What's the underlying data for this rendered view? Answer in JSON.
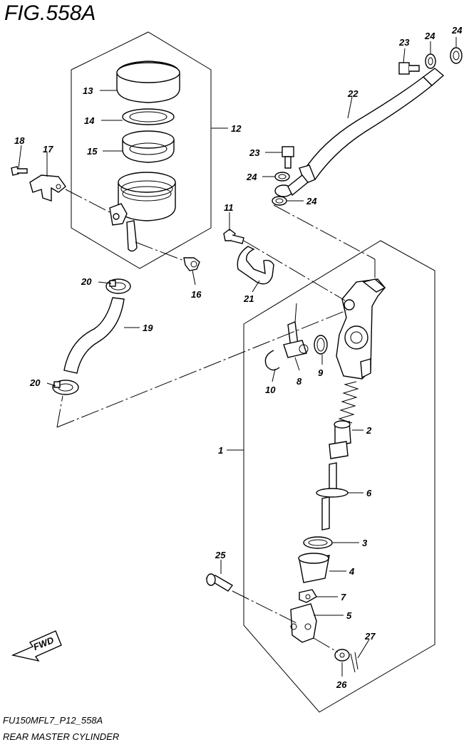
{
  "figure": {
    "title": "FIG.558A",
    "code": "FU150MFL7_P12_558A",
    "name": "REAR MASTER CYLINDER",
    "fwd_label": "FWD"
  },
  "callouts": {
    "c1": "1",
    "c2": "2",
    "c3": "3",
    "c4": "4",
    "c5": "5",
    "c6": "6",
    "c7": "7",
    "c8": "8",
    "c9": "9",
    "c10": "10",
    "c11": "11",
    "c12": "12",
    "c13": "13",
    "c14": "14",
    "c15": "15",
    "c16": "16",
    "c17": "17",
    "c18": "18",
    "c19": "19",
    "c20a": "20",
    "c20b": "20",
    "c21": "21",
    "c22": "22",
    "c23a": "23",
    "c23b": "23",
    "c24a": "24",
    "c24b": "24",
    "c24c": "24",
    "c24d": "24",
    "c25": "25",
    "c26": "26",
    "c27": "27"
  }
}
